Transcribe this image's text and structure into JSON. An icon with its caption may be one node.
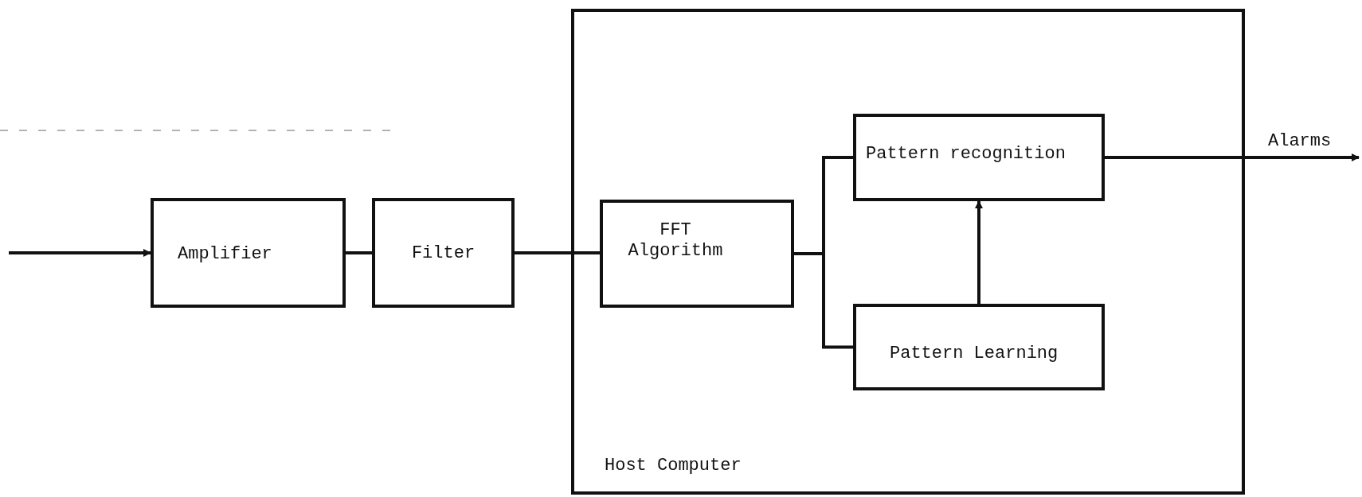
{
  "diagram": {
    "nodes": [
      {
        "text": [
          "Amplifier"
        ]
      },
      {
        "text": [
          "Filter"
        ]
      },
      {
        "text": [
          "Host Computer"
        ]
      },
      {
        "text": [
          "FFT Algorithm"
        ],
        "in": 2
      },
      {
        "text": [
          "Pattern recognition"
        ],
        "in": 2
      },
      {
        "text": [
          "Pattern Learning"
        ],
        "in": 2
      }
    ],
    "edges": [
      {
        "from": null,
        "to": 0,
        "arrow": "to"
      },
      {
        "from": 0,
        "to": 1,
        "arrow": "none"
      },
      {
        "from": 1,
        "to": 3,
        "arrow": "none"
      },
      {
        "from": 3,
        "to": 4,
        "arrow": "none"
      },
      {
        "from": 3,
        "to": 5,
        "arrow": "none"
      },
      {
        "from": 5,
        "to": 4,
        "arrow": "to"
      },
      {
        "from": 4,
        "to": null,
        "arrow": "to",
        "label": "Alarms"
      }
    ]
  }
}
